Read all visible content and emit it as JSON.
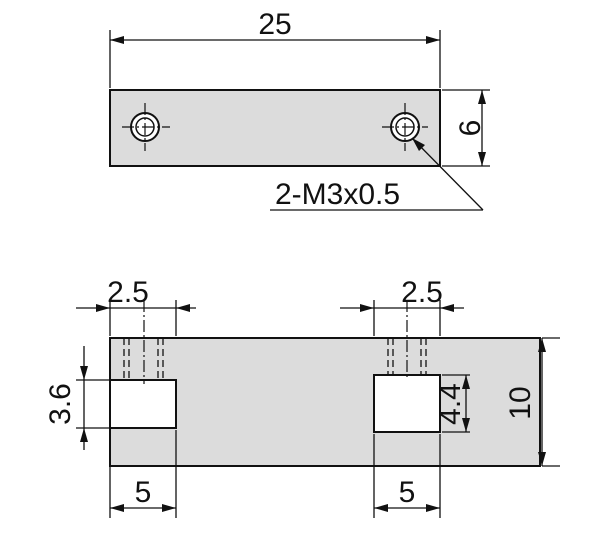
{
  "top_view": {
    "width_dim": "25",
    "height_dim": "6",
    "thread_callout": "2-M3x0.5"
  },
  "front_view": {
    "slot_width_left": "2.5",
    "slot_width_right": "2.5",
    "left_notch_height": "3.6",
    "right_notch_height": "4.4",
    "total_height": "10",
    "left_notch_depth": "5",
    "right_notch_depth": "5"
  }
}
